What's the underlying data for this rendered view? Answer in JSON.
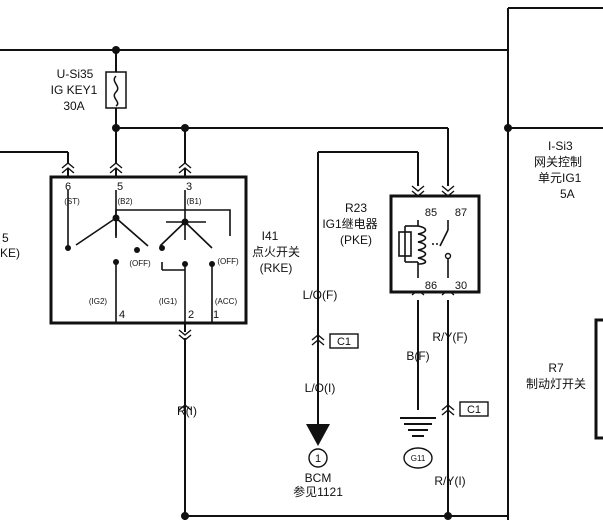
{
  "fuse_left": {
    "code": "U-Si35",
    "name": "IG KEY1",
    "rating": "30A"
  },
  "fuse_right": {
    "code": "I-Si3",
    "line1": "网关控制",
    "line2": "单元IG1",
    "rating": "5A"
  },
  "left_edge": {
    "num": "5",
    "text": "KE)"
  },
  "ignition_switch": {
    "code": "I41",
    "name": "点火开关",
    "variant": "(RKE)",
    "pins_top": [
      "6",
      "5",
      "3"
    ],
    "top_labels": [
      "(ST)",
      "(B2)",
      "(B1)"
    ],
    "pins_bottom": [
      "4",
      "2",
      "1"
    ],
    "bottom_labels": [
      "(IG2)",
      "(IG1)",
      "(ACC)"
    ],
    "off_labels": [
      "(OFF)",
      "(OFF)"
    ]
  },
  "relay": {
    "code": "R23",
    "name": "IG1继电器",
    "variant": "(PKE)",
    "pins": [
      "85",
      "87",
      "86",
      "30"
    ]
  },
  "wires": {
    "lo_f": "L/O(F)",
    "lo_i": "L/O(I)",
    "r_i": "R(I)",
    "b_f": "B(F)",
    "ry_f": "R/Y(F)",
    "ry_i": "R/Y(I)"
  },
  "connectors": [
    "C1",
    "C1"
  ],
  "bcm": {
    "num": "1",
    "name": "BCM",
    "ref": "参见1121"
  },
  "ground": "G11",
  "brake_switch": {
    "code": "R7",
    "name": "制动灯开关"
  }
}
